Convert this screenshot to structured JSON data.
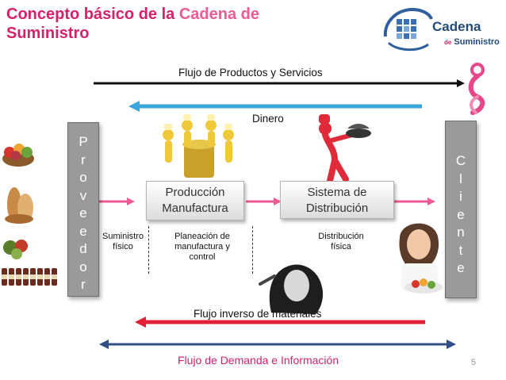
{
  "title": {
    "part1": "Concepto básico de la ",
    "part2": "Cadena de",
    "part3": "Suministro"
  },
  "logo": {
    "line1": "Cadena",
    "de": "de",
    "line2": "Suministro"
  },
  "flows": {
    "productos": "Flujo de Productos y Servicios",
    "dinero": "Dinero",
    "inverso": "Flujo inverso de materiales",
    "demanda": "Flujo de Demanda e Información"
  },
  "proveedor_letters": [
    "P",
    "r",
    "o",
    "v",
    "e",
    "e",
    "d",
    "o",
    "r"
  ],
  "cliente_letters": [
    "C",
    "l",
    "i",
    "e",
    "n",
    "t",
    "e"
  ],
  "boxes": {
    "produccion": [
      "Producción",
      "Manufactura"
    ],
    "distribucion": [
      "Sistema de",
      "Distribución"
    ]
  },
  "notes": {
    "suministro": [
      "Suministro",
      "físico"
    ],
    "planeacion": [
      "Planeación de",
      "manufactura y",
      "control"
    ],
    "distribucion": [
      "Distribución",
      "física"
    ]
  },
  "page_number": "5",
  "colors": {
    "title": "#d6206b",
    "accent": "#ee5a91",
    "black_arrow": "#111111",
    "money_arrow": "#3aa6dc",
    "reverse_arrow": "#e01f36",
    "demand_arrow": "#2f4f86",
    "side_box": "#9a9a9a"
  }
}
